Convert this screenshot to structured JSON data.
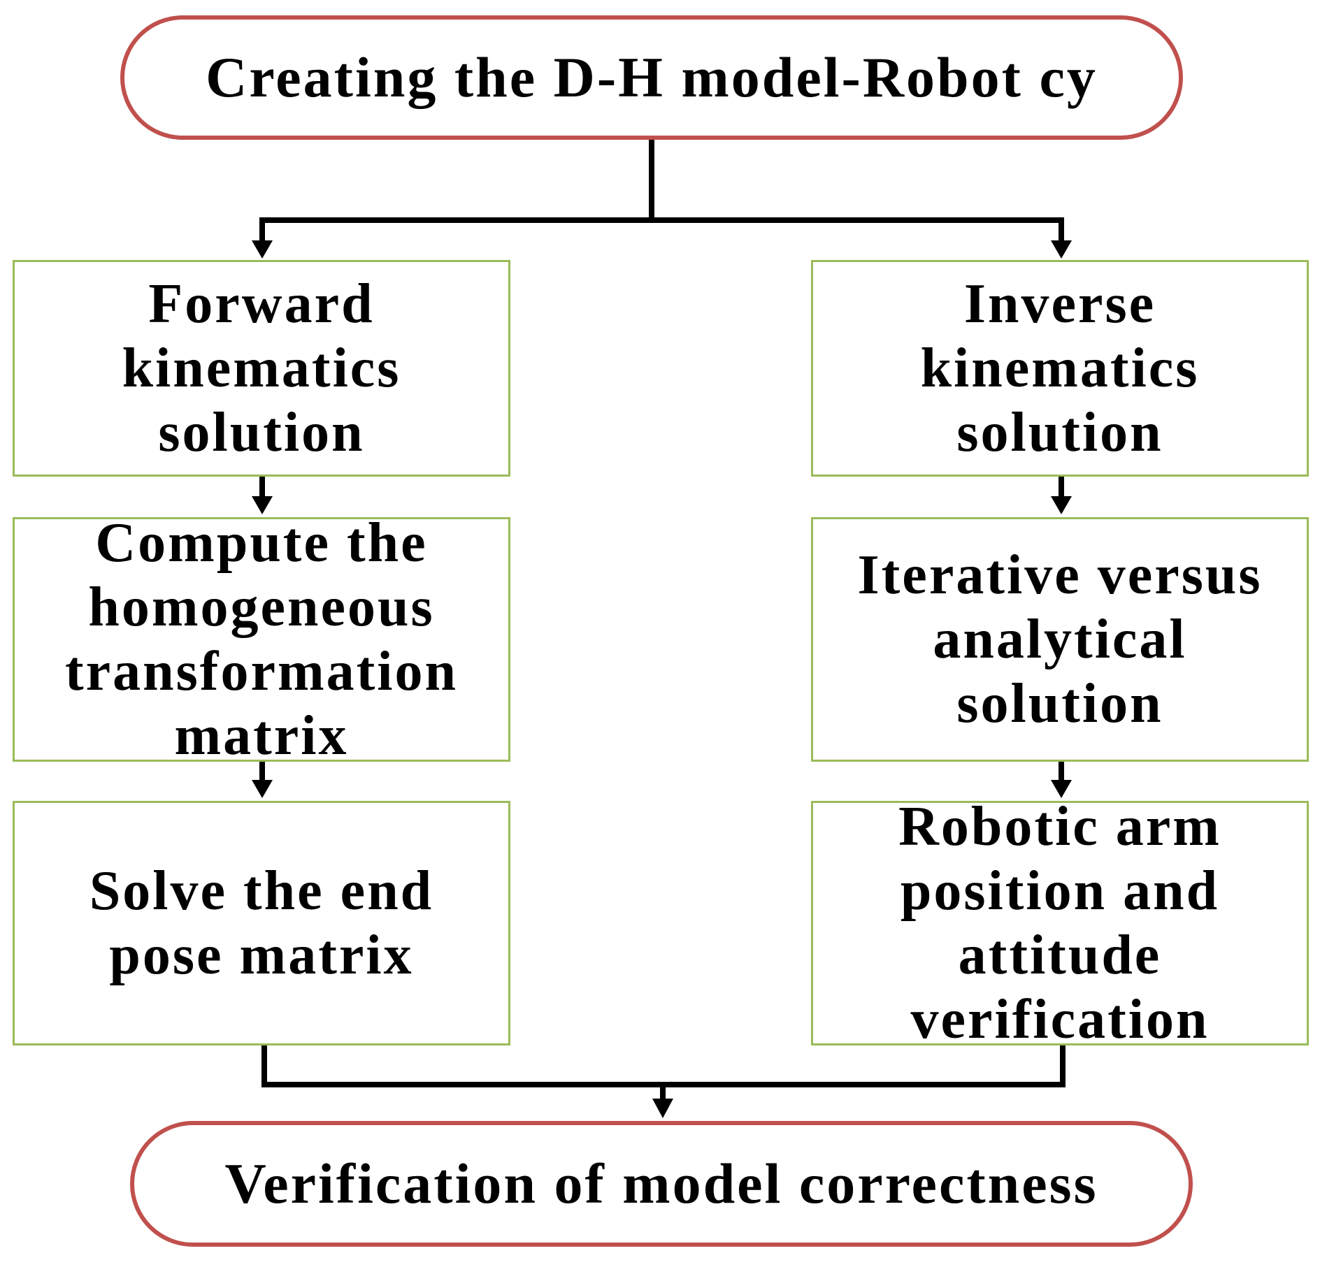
{
  "diagram": {
    "start_node": {
      "text": "Creating the D-H model-Robot cy"
    },
    "end_node": {
      "text": "Verification of model correctness"
    },
    "left_branch": {
      "box1": [
        "Forward",
        "kinematics",
        "solution"
      ],
      "box2": [
        "Compute the",
        "homogeneous",
        "transformation",
        "matrix"
      ],
      "box3": [
        "Solve the end",
        "pose matrix"
      ]
    },
    "right_branch": {
      "box1": [
        "Inverse",
        "kinematics",
        "solution"
      ],
      "box2": [
        "Iterative versus",
        "analytical",
        "solution"
      ],
      "box3": [
        "Robotic arm",
        "position and",
        "attitude",
        "verification"
      ]
    },
    "colors": {
      "terminal_border": "#c0504d",
      "process_border": "#9bbb59",
      "connector": "#000000"
    }
  }
}
